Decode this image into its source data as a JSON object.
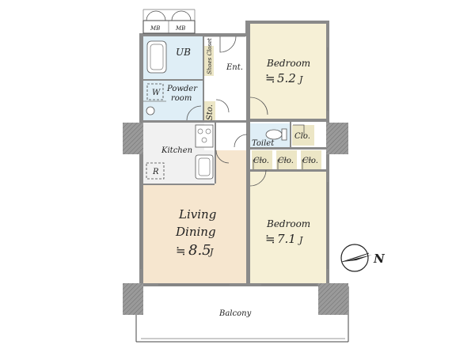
{
  "rooms": {
    "bedroom_top": {
      "name": "Bedroom",
      "size": "5.2",
      "unit": "J"
    },
    "bedroom_bottom": {
      "name": "Bedroom",
      "size": "7.1",
      "unit": "J"
    },
    "living": {
      "name_line1": "Living",
      "name_line2": "Dining",
      "size": "8.5",
      "unit": "J"
    },
    "kitchen": {
      "name": "Kitchen"
    },
    "ub": {
      "name": "UB"
    },
    "powder": {
      "name_line1": "Powder",
      "name_line2": "room"
    },
    "entrance": {
      "name": "Ent."
    },
    "toilet": {
      "name": "Toilet"
    },
    "balcony": {
      "name": "Balcony"
    },
    "shoes_closet": {
      "name": "Shoes Closet"
    },
    "storage": {
      "name": "Sto."
    }
  },
  "closets": [
    "Clo.",
    "Clo.",
    "Clo.",
    "Clo."
  ],
  "meter_boxes": [
    "MB",
    "MB"
  ],
  "symbols": {
    "washer": "W",
    "fridge": "R",
    "approx": "≒"
  },
  "compass": {
    "letter": "N"
  },
  "colors": {
    "ldk_floor": "#f6e6cf",
    "bedroom_floor": "#f6f0d6",
    "wet_floor": "#dfeef6",
    "wall": "#8a8a8a"
  }
}
